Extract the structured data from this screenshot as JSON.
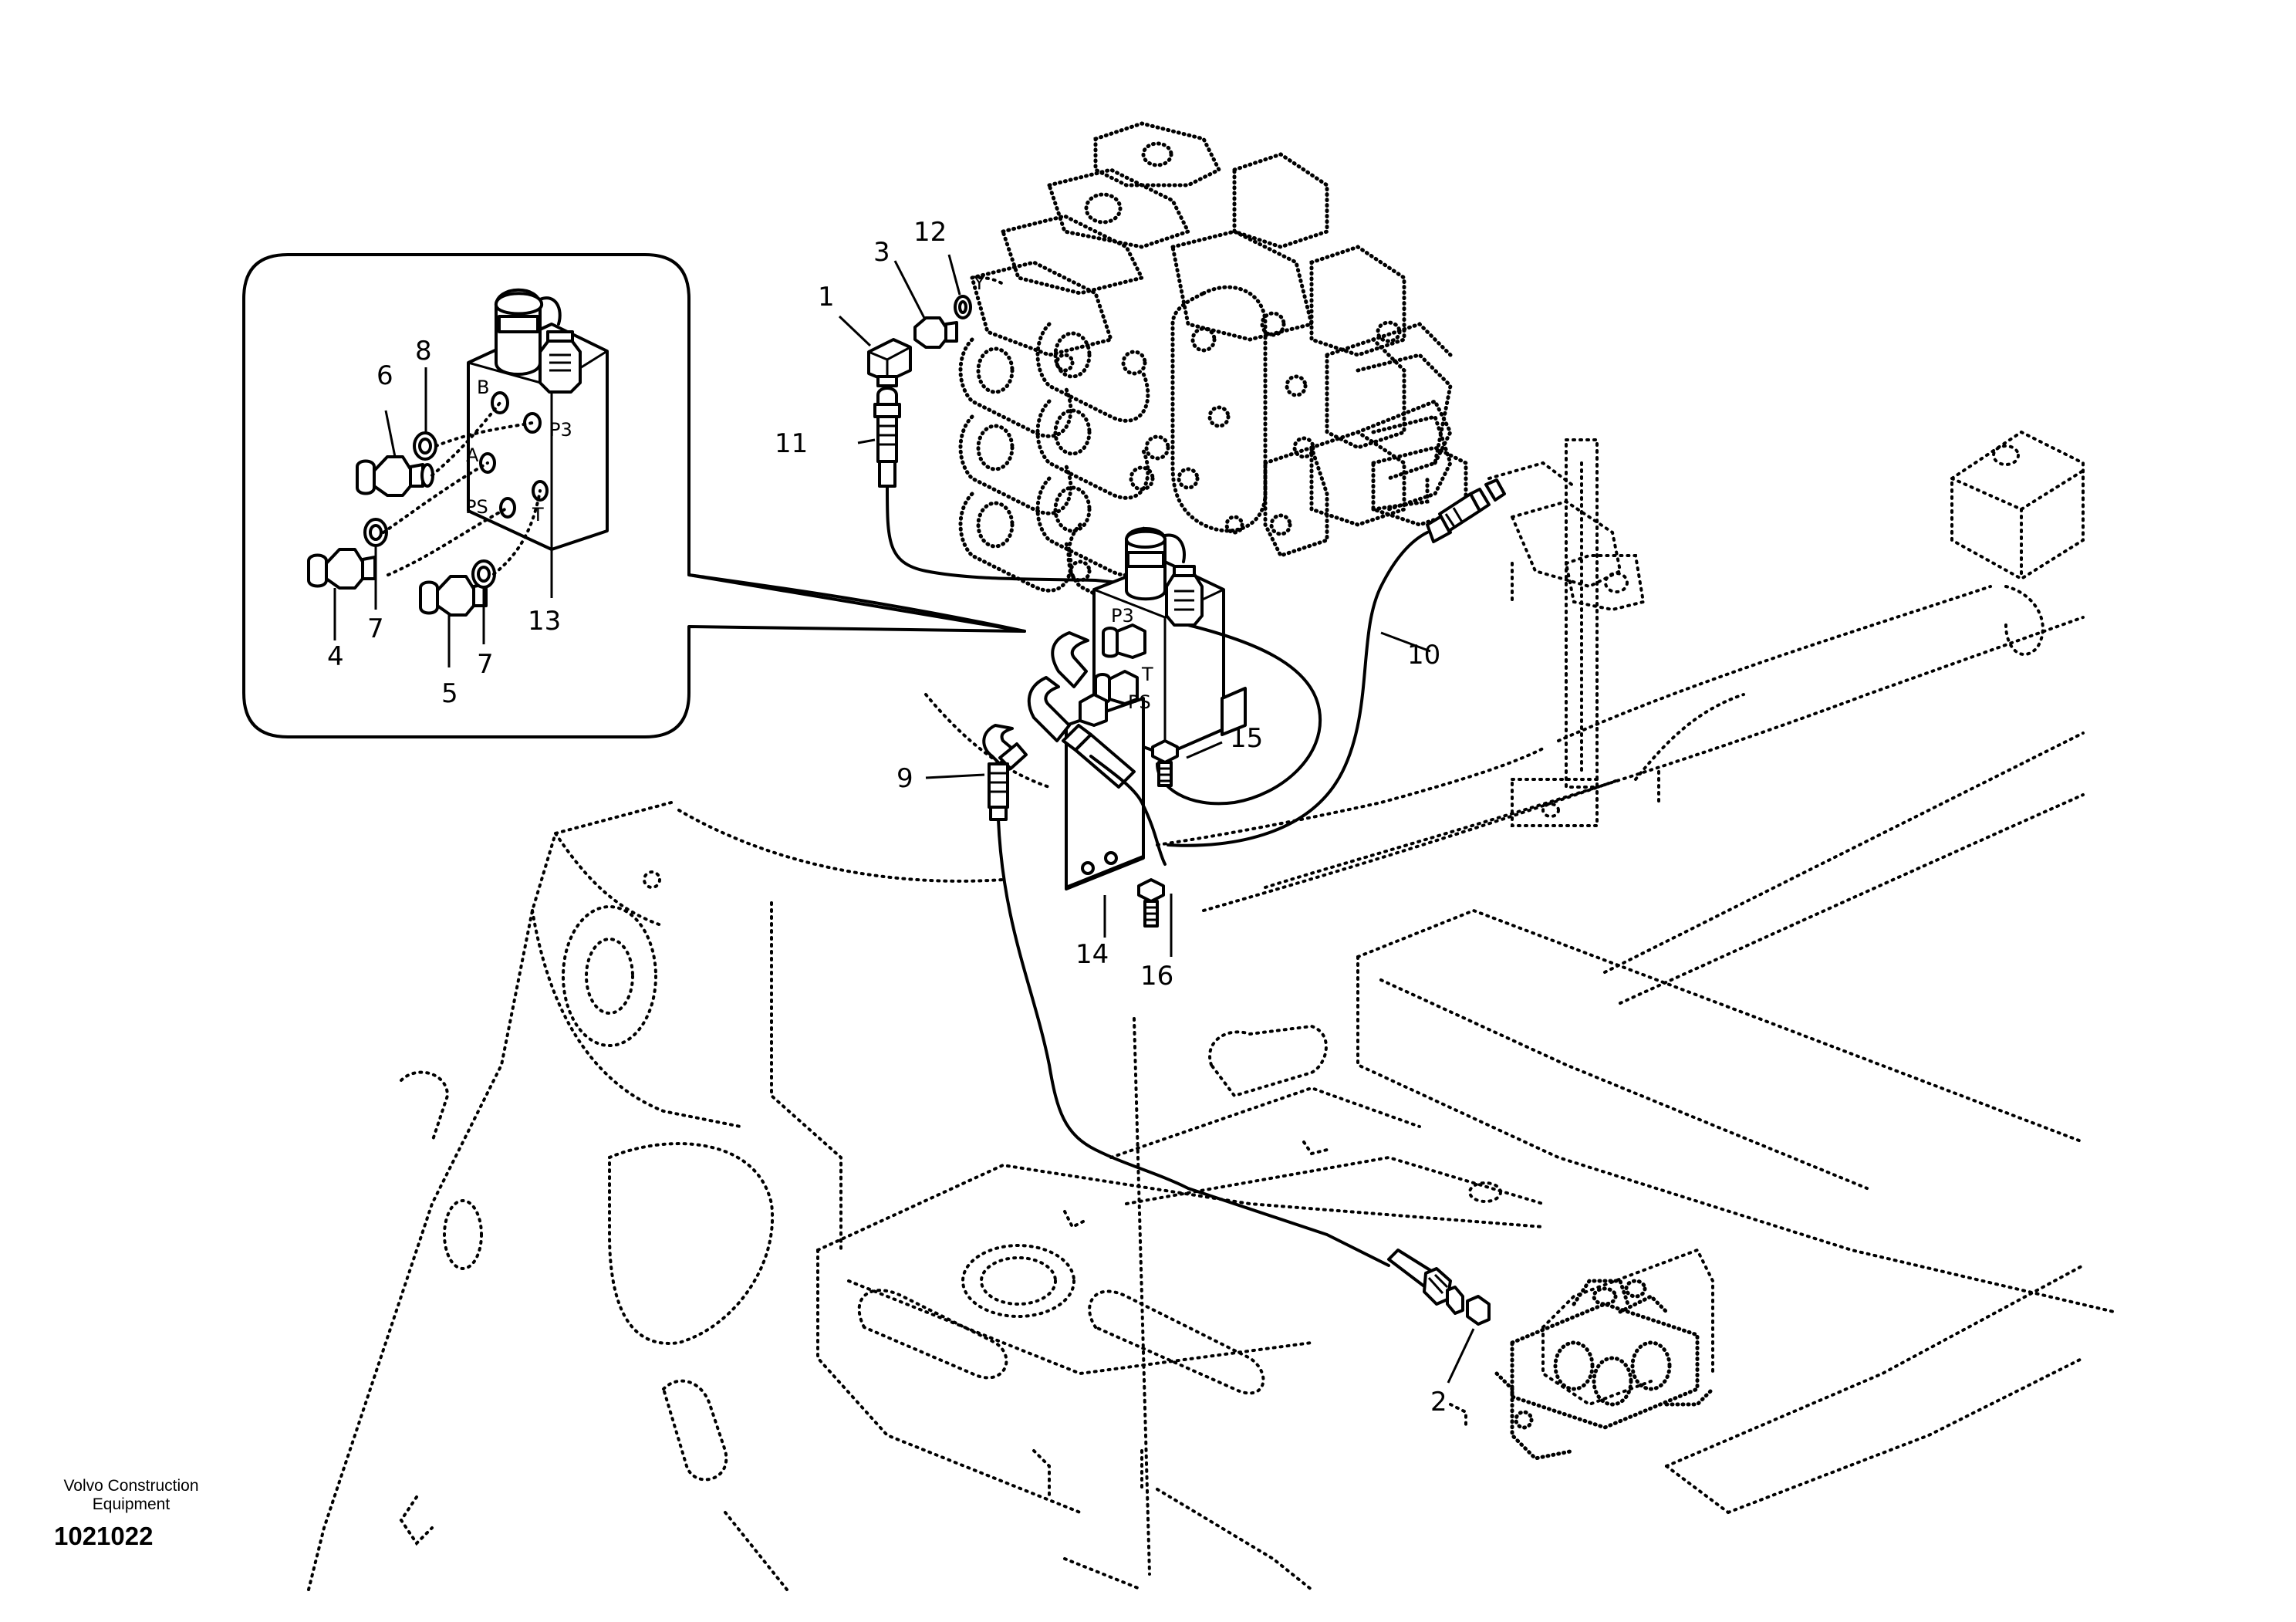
{
  "callouts": [
    {
      "num": "1"
    },
    {
      "num": "2"
    },
    {
      "num": "3"
    },
    {
      "num": "4"
    },
    {
      "num": "5"
    },
    {
      "num": "6"
    },
    {
      "num": "7"
    },
    {
      "num": "7"
    },
    {
      "num": "8"
    },
    {
      "num": "9"
    },
    {
      "num": "10"
    },
    {
      "num": "11"
    },
    {
      "num": "12"
    },
    {
      "num": "13"
    },
    {
      "num": "14"
    },
    {
      "num": "15"
    },
    {
      "num": "16"
    }
  ],
  "ports": {
    "inset": {
      "b": "B",
      "p3": "P3",
      "a": "A",
      "ps": "PS",
      "t": "T"
    },
    "main": {
      "p3": "P3",
      "t": "T",
      "ps": "PS",
      "y": "Y"
    }
  },
  "footer": {
    "brand_line1": "Volvo Construction",
    "brand_line2": "Equipment",
    "drawing_number": "1021022"
  }
}
